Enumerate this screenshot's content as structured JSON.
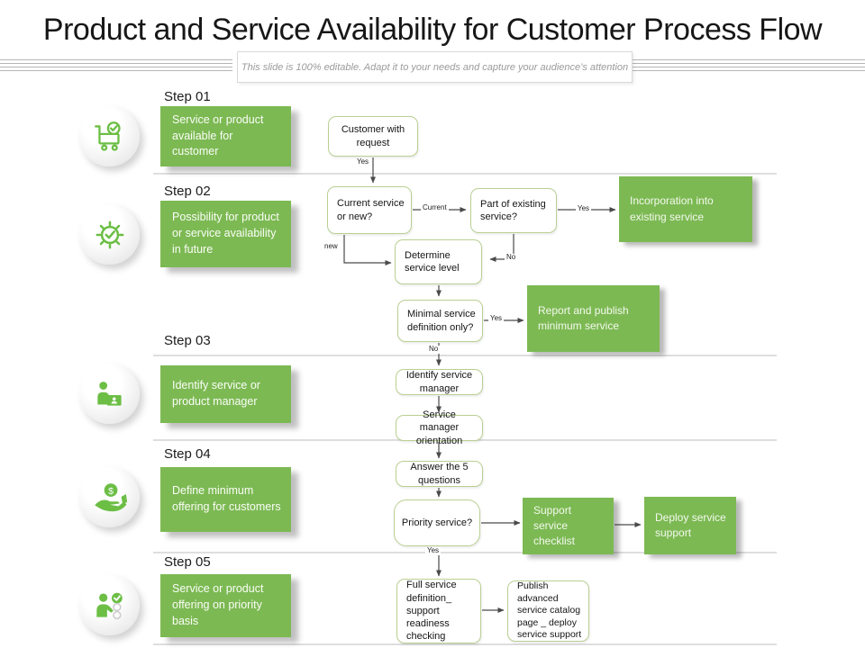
{
  "header": {
    "title": "Product and Service Availability for Customer Process Flow",
    "subtitle": "This slide is 100% editable. Adapt it to your needs and capture your audience’s attention"
  },
  "colors": {
    "accent_green": "#7cb953",
    "icon_green": "#6cbe45",
    "node_border": "#b9cf92",
    "arrow": "#4a4a4a",
    "separator": "#dedede"
  },
  "steps": [
    {
      "label": "Step 01",
      "text": "Service or product available for customer",
      "icon": "cart-check-icon"
    },
    {
      "label": "Step 02",
      "text": "Possibility for product or service availability in future",
      "icon": "gear-check-icon"
    },
    {
      "label": "Step 03",
      "text": "Identify service or product manager",
      "icon": "manager-box-icon"
    },
    {
      "label": "Step 04",
      "text": "Define minimum offering for customers",
      "icon": "hand-coin-icon"
    },
    {
      "label": "Step 05",
      "text": "Service or product offering on priority basis",
      "icon": "person-check-icon"
    }
  ],
  "flow": {
    "customer": "Customer with request",
    "current_or_new": "Current service or new?",
    "part_existing": "Part of existing service?",
    "incorporation": "Incorporation into existing service",
    "determine": "Determine service level",
    "minimal": "Minimal service definition only?",
    "report": "Report and publish minimum service",
    "identify": "Identify service manager",
    "orientation": "Service manager orientation",
    "answer": "Answer the 5 questions",
    "priority": "Priority service?",
    "support_checklist": "Support service checklist",
    "deploy": "Deploy service support",
    "full_service": "Full service definition_ support readiness checking",
    "publish": "Publish advanced service catalog page _ deploy service support"
  },
  "edge_labels": {
    "yes_customer": "Yes",
    "current": "Current",
    "yes_incorporation": "Yes",
    "new_branch": "new",
    "no_determine": "No",
    "yes_report": "Yes",
    "no_identify": "No",
    "yes_full": "Yes"
  }
}
